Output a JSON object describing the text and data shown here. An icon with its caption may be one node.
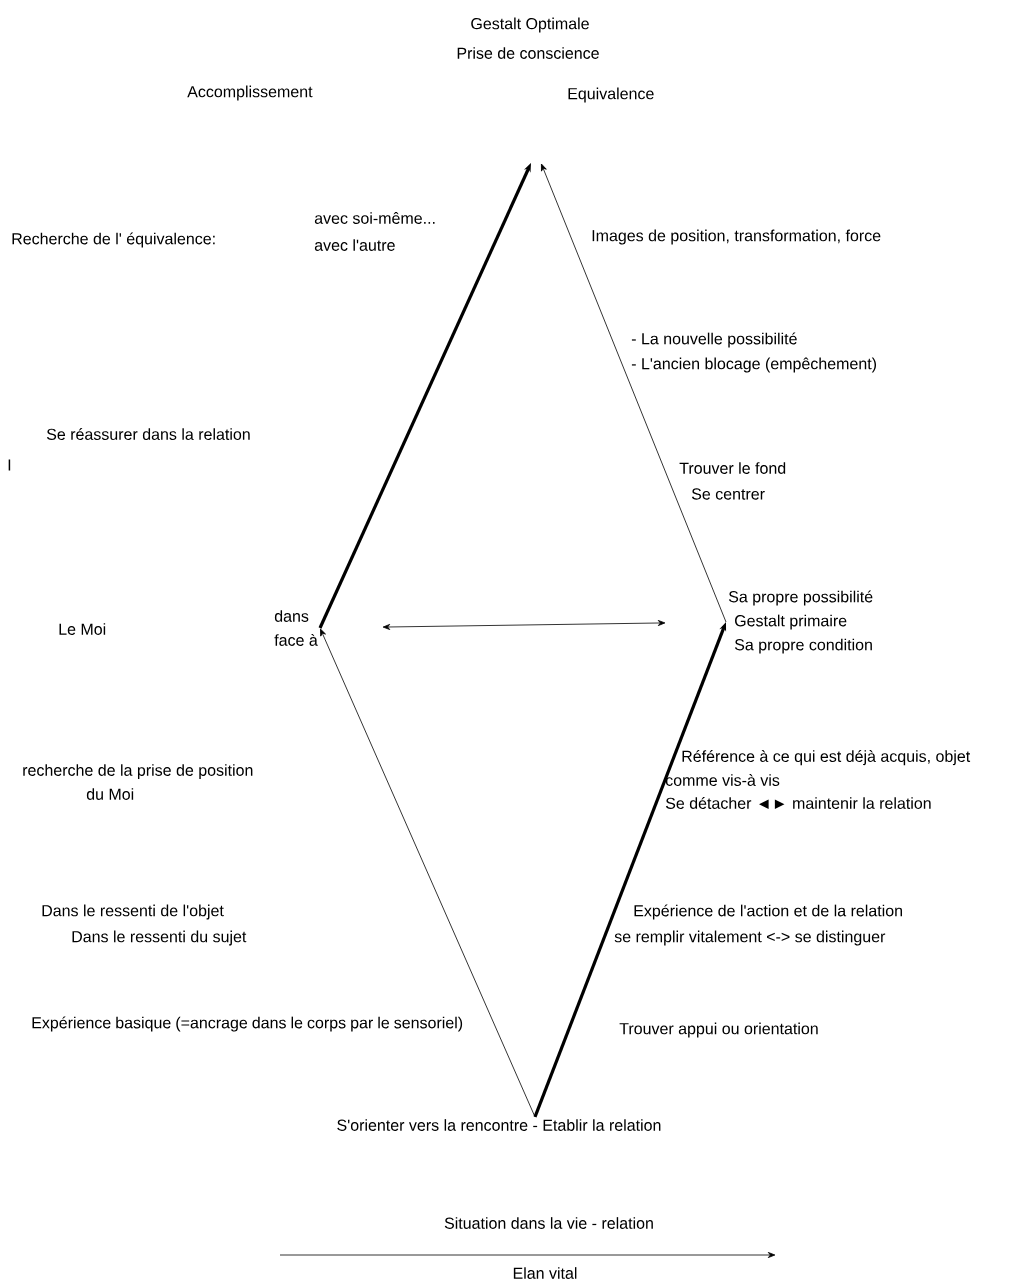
{
  "diagram": {
    "nodes": [
      {
        "text": [
          "S'orienter vers la rencontre - Etablir la relation"
        ]
      },
      {
        "text": [
          "Sa propre possibilité",
          "Gestalt primaire",
          "Sa propre condition"
        ]
      },
      {
        "text": [
          "dans",
          "face à"
        ]
      }
    ],
    "edges": [
      {
        "from": 0,
        "to": 1,
        "arrow": "to",
        "style": "thick"
      },
      {
        "from": 1,
        "to": null,
        "arrow": "to"
      },
      {
        "from": 0,
        "to": 2,
        "arrow": "to"
      },
      {
        "from": 2,
        "to": null,
        "arrow": "to",
        "style": "thick"
      },
      {
        "from": 2,
        "to": 1,
        "arrow": "both"
      }
    ],
    "labels": [
      "Gestalt Optimale",
      "Prise de conscience",
      "Accomplissement",
      "Equivalence",
      "Recherche de l' équivalence:",
      "avec soi-même...",
      "avec l'autre",
      "Images de position, transformation, force",
      "- La nouvelle possibilité",
      "- L'ancien blocage (empêchement)",
      "Se réassurer dans la relation",
      "I",
      "Trouver le fond",
      "Se centrer",
      "Le Moi",
      "recherche de la prise de position du Moi",
      "Référence à ce qui est déjà acquis, objet comme vis-à vis",
      "Se détacher ◄► maintenir la relation",
      "Dans le ressenti de l'objet",
      "Dans le ressenti du sujet",
      "Expérience de l'action et de la relation",
      "se remplir vitalement <-> se distinguer",
      "Expérience basique (=ancrage dans le corps par le sensoriel)",
      "Trouver appui ou orientation",
      "Situation dans la vie - relation",
      "Elan vital"
    ]
  }
}
